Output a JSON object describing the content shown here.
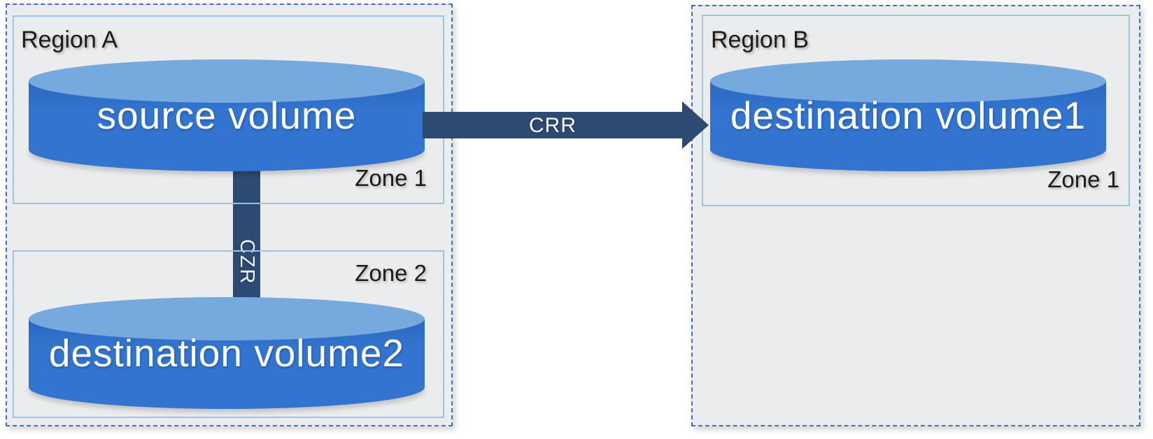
{
  "region_a": {
    "label": "Region A",
    "zone1_label": "Zone 1",
    "zone2_label": "Zone 2",
    "source_volume_label": "source volume",
    "destination_volume2_label": "destination volume2"
  },
  "region_b": {
    "label": "Region B",
    "zone1_label": "Zone 1",
    "destination_volume1_label": "destination volume1"
  },
  "arrows": {
    "crr_label": "CRR",
    "czr_label": "CZR"
  },
  "colors": {
    "cylinder_body": "#3274cf",
    "cylinder_top": "#76aadf",
    "arrow": "#2d4a73",
    "zone_border": "#9cc2e8",
    "region_border": "#4070c6",
    "region_background": "#ebeced",
    "label_text": "#1b1b1d",
    "volume_text": "#ffffff"
  }
}
